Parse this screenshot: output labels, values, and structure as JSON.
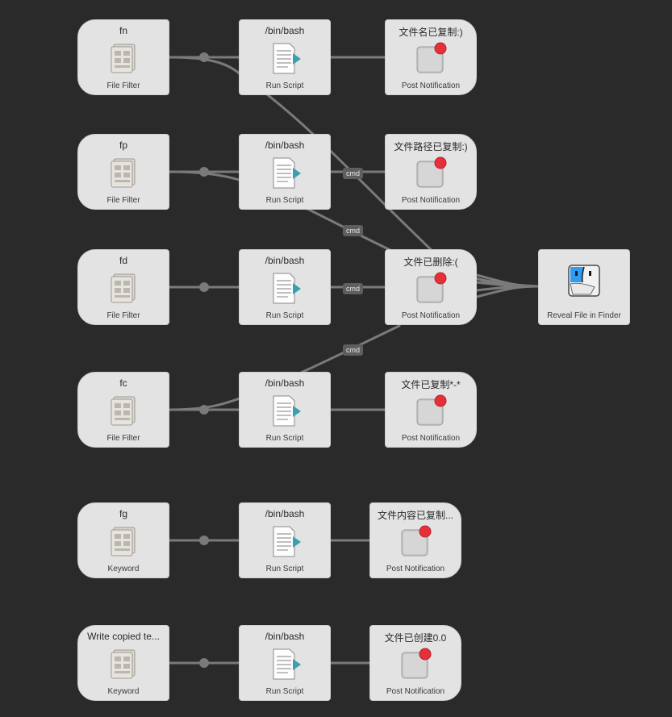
{
  "badge_label": "cmd",
  "colors": {
    "background": "#2a2a2a",
    "node": "#e3e3e3",
    "wire": "#7a7a7a",
    "badge": "#5e5e5e",
    "notification_dot": "#e5303a",
    "finder_blue": "#2f9cf0"
  },
  "nodes": {
    "r1_input": {
      "title": "fn",
      "subtitle": "File Filter",
      "icon": "file-filter-icon"
    },
    "r1_script": {
      "title": "/bin/bash",
      "subtitle": "Run Script",
      "icon": "run-script-icon"
    },
    "r1_notify": {
      "title": "文件名已复制:)",
      "subtitle": "Post Notification",
      "icon": "notification-icon"
    },
    "r2_input": {
      "title": "fp",
      "subtitle": "File Filter",
      "icon": "file-filter-icon"
    },
    "r2_script": {
      "title": "/bin/bash",
      "subtitle": "Run Script",
      "icon": "run-script-icon"
    },
    "r2_notify": {
      "title": "文件路径已复制:)",
      "subtitle": "Post Notification",
      "icon": "notification-icon"
    },
    "r3_input": {
      "title": "fd",
      "subtitle": "File Filter",
      "icon": "file-filter-icon"
    },
    "r3_script": {
      "title": "/bin/bash",
      "subtitle": "Run Script",
      "icon": "run-script-icon"
    },
    "r3_notify": {
      "title": "文件已删除:(",
      "subtitle": "Post Notification",
      "icon": "notification-icon"
    },
    "reveal": {
      "title": "",
      "subtitle": "Reveal File in Finder",
      "icon": "finder-icon"
    },
    "r4_input": {
      "title": "fc",
      "subtitle": "File Filter",
      "icon": "file-filter-icon"
    },
    "r4_script": {
      "title": "/bin/bash",
      "subtitle": "Run Script",
      "icon": "run-script-icon"
    },
    "r4_notify": {
      "title": "文件已复制*-*",
      "subtitle": "Post Notification",
      "icon": "notification-icon"
    },
    "r5_input": {
      "title": "fg",
      "subtitle": "Keyword",
      "icon": "keyword-icon"
    },
    "r5_script": {
      "title": "/bin/bash",
      "subtitle": "Run Script",
      "icon": "run-script-icon"
    },
    "r5_notify": {
      "title": "文件内容已复制...",
      "subtitle": "Post Notification",
      "icon": "notification-icon"
    },
    "r6_input": {
      "title": "Write copied te...",
      "subtitle": "Keyword",
      "icon": "keyword-icon"
    },
    "r6_script": {
      "title": "/bin/bash",
      "subtitle": "Run Script",
      "icon": "run-script-icon"
    },
    "r6_notify": {
      "title": "文件已创建0.0",
      "subtitle": "Post Notification",
      "icon": "notification-icon"
    }
  }
}
